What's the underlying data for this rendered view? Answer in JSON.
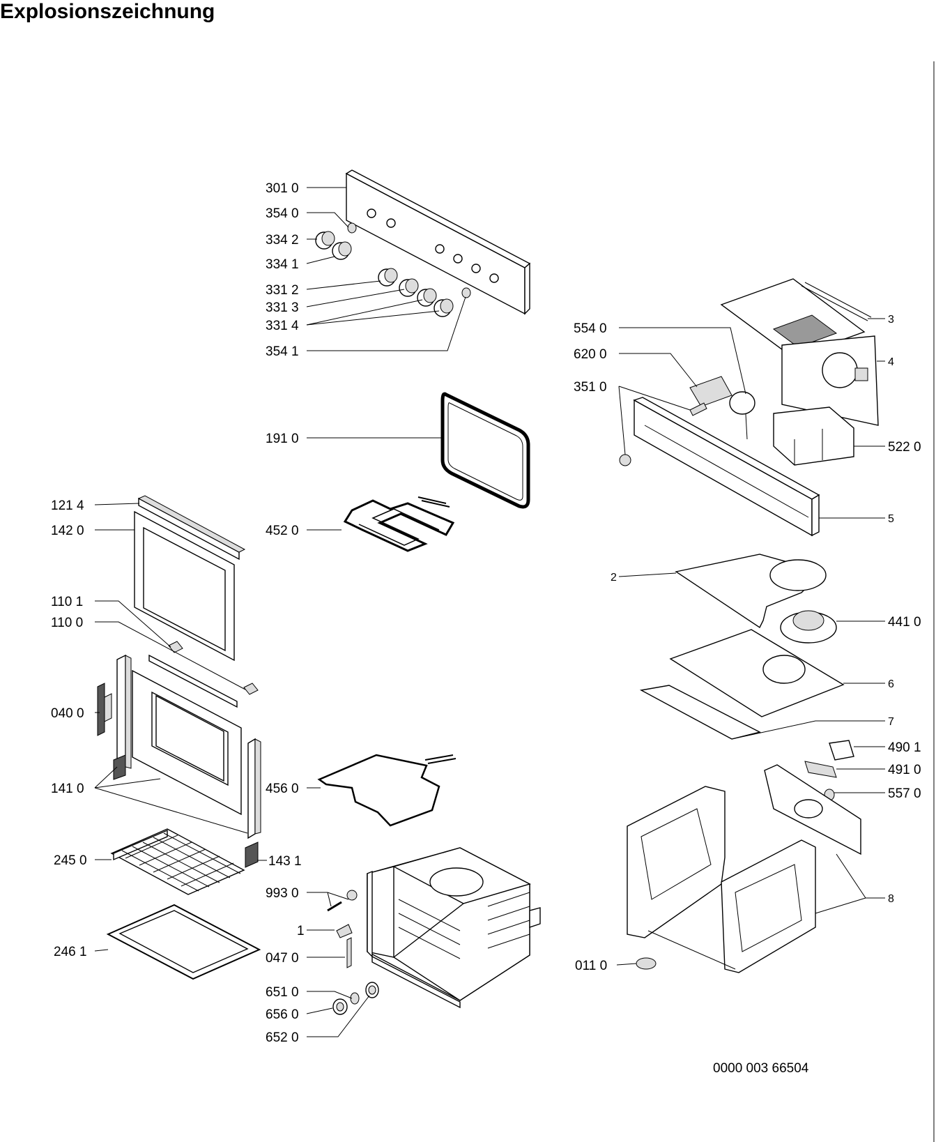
{
  "title": "Explosionszeichnung",
  "doc_number": "0000 003 66504",
  "labels": {
    "l3010": "301 0",
    "l3540": "354 0",
    "l3342": "334 2",
    "l3341": "334 1",
    "l3312": "331 2",
    "l3313": "331 3",
    "l3314": "331 4",
    "l3541": "354 1",
    "l1910": "191 0",
    "l4520": "452 0",
    "l1214": "121 4",
    "l1420": "142 0",
    "l1101": "110 1",
    "l1100": "110 0",
    "l0400": "040 0",
    "l1410": "141 0",
    "l4560": "456 0",
    "l2450": "245 0",
    "l1431": "143 1",
    "l2461": "246 1",
    "l9930": "993 0",
    "l1": "1",
    "l0470": "047 0",
    "l6510": "651 0",
    "l6560": "656 0",
    "l6520": "652 0",
    "l5540": "554 0",
    "l6200": "620 0",
    "l3510": "351 0",
    "l3": "3",
    "l4": "4",
    "l5220": "522 0",
    "l5": "5",
    "l2": "2",
    "l4410": "441 0",
    "l6": "6",
    "l7": "7",
    "l4901": "490 1",
    "l4910": "491 0",
    "l5570": "557 0",
    "l8": "8",
    "l0110": "011 0"
  }
}
